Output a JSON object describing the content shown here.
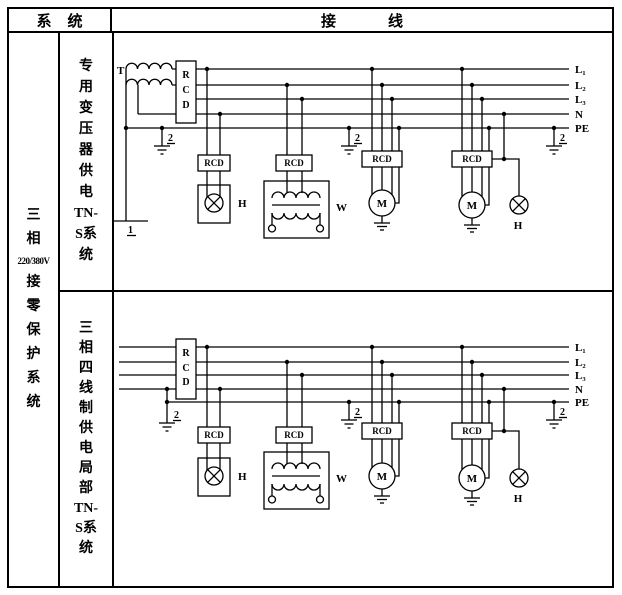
{
  "header": {
    "system": [
      "系",
      "统"
    ],
    "wiring": [
      "接",
      "线"
    ]
  },
  "left_column": [
    "三",
    "相",
    "220/380V",
    "接",
    "零",
    "保",
    "护",
    "系",
    "统"
  ],
  "rows": [
    {
      "label": [
        "专",
        "用",
        "变",
        "压",
        "器",
        "供",
        "电",
        "TN-",
        "S系",
        "统"
      ]
    },
    {
      "label": [
        "三",
        "相",
        "四",
        "线",
        "制",
        "供",
        "电",
        "局",
        "部",
        "TN-",
        "S系",
        "统"
      ]
    }
  ],
  "diagram": {
    "transformer_label": "T",
    "rcd_main": [
      "R",
      "C",
      "D"
    ],
    "rcd_branch_label": "RCD",
    "bus_labels": [
      "L₁",
      "L₂",
      "L₃",
      "N",
      "PE"
    ],
    "lamp_label": "H",
    "welder_label": "W",
    "motor_label": "M",
    "ground_main_label": "1",
    "ground_repeat_label": "2",
    "line_color": "#000000"
  }
}
